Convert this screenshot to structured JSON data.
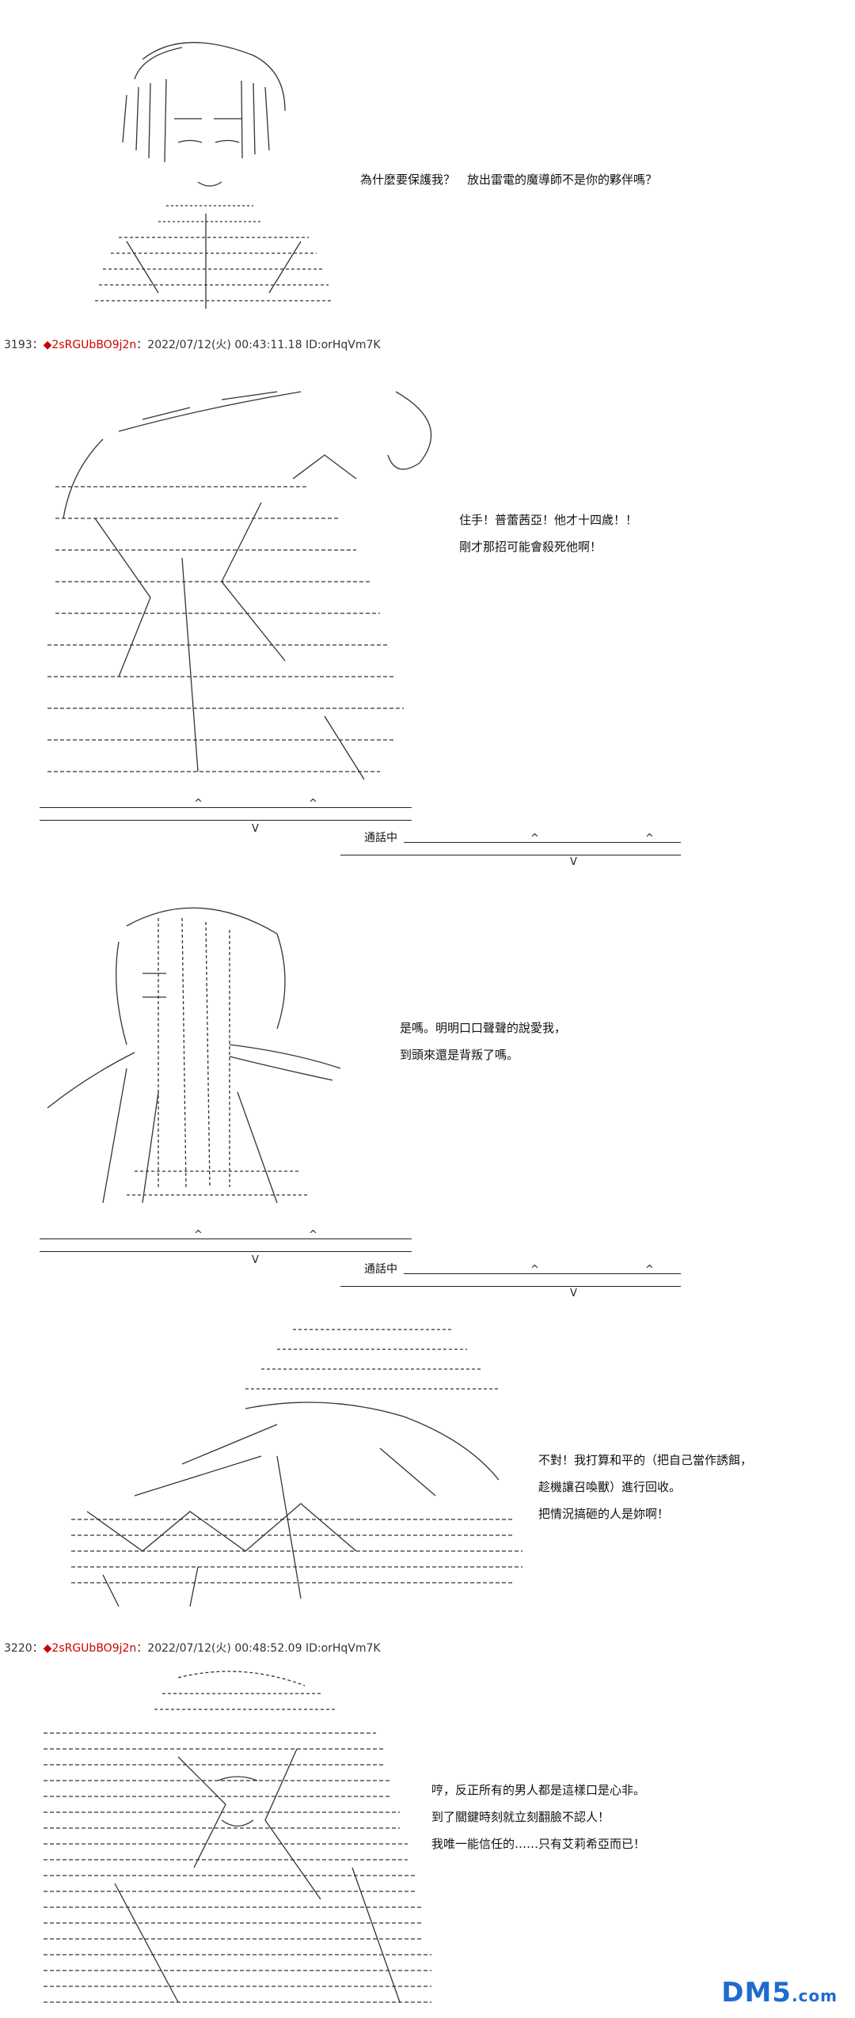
{
  "scene1": {
    "lines": [
      "為什麼要保護我？　放出雷電的魔導師不是你的夥伴嗎？"
    ]
  },
  "post1": {
    "number": "3193：",
    "trip": "◆2sRGUbBO9j2n",
    "meta": "：2022/07/12(火) 00:43:11.18 ID:orHqVm7K"
  },
  "scene2": {
    "lines": [
      "住手！普蕾茜亞！他才十四歲！！",
      "剛才那招可能會殺死他啊！"
    ]
  },
  "call1": {
    "label": "通話中"
  },
  "scene3": {
    "lines": [
      "是嗎。明明口口聲聲的說愛我，",
      "到頭來還是背叛了嗎。"
    ]
  },
  "call2": {
    "label": "通話中"
  },
  "scene4": {
    "lines": [
      "不對！我打算和平的（把自己當作誘餌，",
      "趁機讓召喚獸）進行回收。",
      "把情況搞砸的人是妳啊！"
    ]
  },
  "post2": {
    "number": "3220：",
    "trip": "◆2sRGUbBO9j2n",
    "meta": "：2022/07/12(火) 00:48:52.09 ID:orHqVm7K"
  },
  "scene5": {
    "lines": [
      "哼，反正所有的男人都是這樣口是心非。",
      "到了關鍵時刻就立刻翻臉不認人！",
      "我唯一能信任的……只有艾莉希亞而已！"
    ]
  },
  "watermark": {
    "text": "DM5",
    "suffix": ".com",
    "color": "#1e6bd1"
  }
}
